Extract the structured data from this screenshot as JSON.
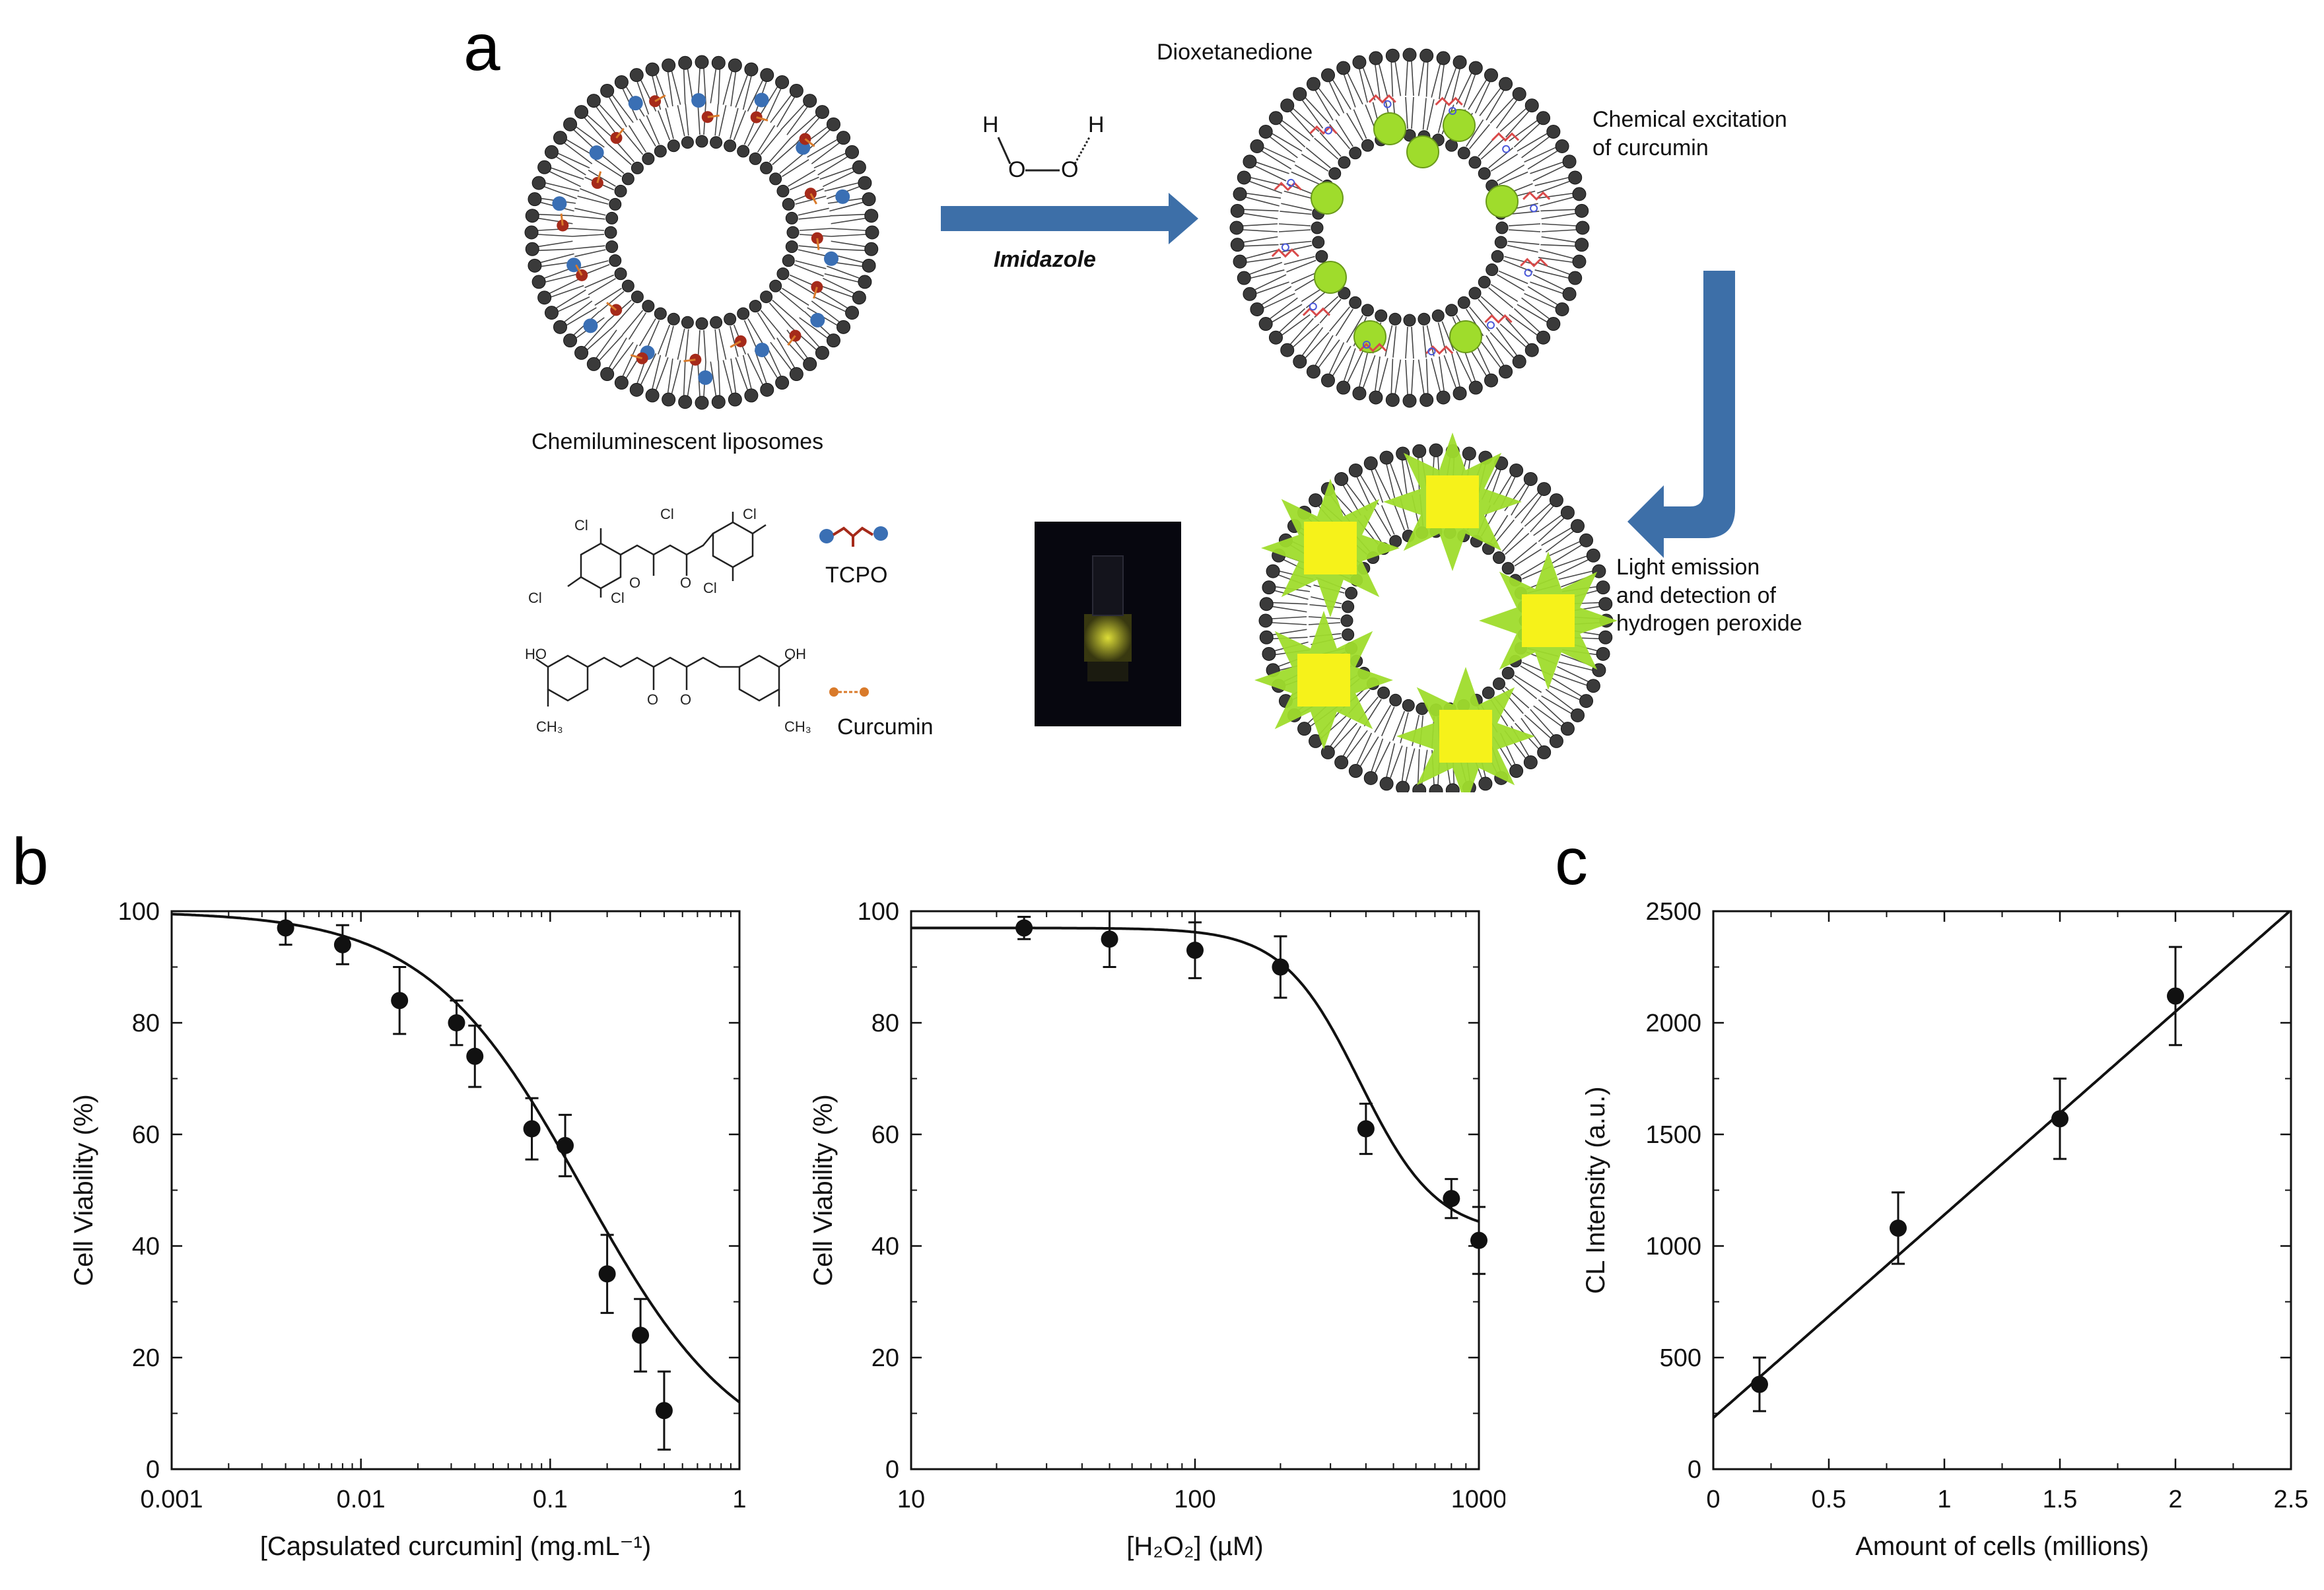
{
  "panel_letters": {
    "a": "a",
    "b": "b",
    "c": "c"
  },
  "schematic": {
    "label_liposomes": "Chemiluminescent liposomes",
    "label_dioxetanedione": "Dioxetanedione",
    "label_excitation": "Chemical excitation\nof curcumin",
    "label_emission": "Light emission\nand detection of\nhydrogen peroxide",
    "label_imidazole": "Imidazole",
    "legend_tcpo": "TCPO",
    "legend_curcumin": "Curcumin",
    "h2o2_atoms": {
      "h": "H",
      "o": "O"
    },
    "chem_labels": {
      "cl": "Cl",
      "ho": "HO",
      "oh": "OH",
      "o": "O",
      "ch3": "CH₃"
    },
    "colors": {
      "arrow": "#3d6fa8",
      "tcpo": "#3a6fb4",
      "tcpo_red": "#a52a1a",
      "curcumin": "#d97a2a",
      "green_glow": "#9fdc2c",
      "yellow_core": "#f6f21a",
      "lipid_red": "#d94a4a",
      "lipid_blue": "#4a58d9"
    }
  },
  "chart_data": [
    {
      "type": "scatter",
      "xlabel": "[Capsulated curcumin] (mg.mL⁻¹)",
      "ylabel": "Cell Viability (%)",
      "xscale": "log",
      "xlim": [
        0.001,
        1
      ],
      "ylim": [
        0,
        100
      ],
      "xticks": [
        0.001,
        0.01,
        0.1,
        1
      ],
      "xtick_labels": [
        "0.001",
        "0.01",
        "0.1",
        "1"
      ],
      "yticks": [
        0,
        20,
        40,
        60,
        80,
        100
      ],
      "ytick_labels": [
        "0",
        "20",
        "40",
        "60",
        "80",
        "100"
      ],
      "points": [
        {
          "x": 0.004,
          "y": 97,
          "err": 3
        },
        {
          "x": 0.008,
          "y": 94,
          "err": 3.5
        },
        {
          "x": 0.016,
          "y": 84,
          "err": 6
        },
        {
          "x": 0.032,
          "y": 80,
          "err": 4
        },
        {
          "x": 0.04,
          "y": 74,
          "err": 5.5
        },
        {
          "x": 0.08,
          "y": 61,
          "err": 5.5
        },
        {
          "x": 0.12,
          "y": 58,
          "err": 5.5
        },
        {
          "x": 0.2,
          "y": 35,
          "err": 7
        },
        {
          "x": 0.3,
          "y": 24,
          "err": 6.5
        },
        {
          "x": 0.4,
          "y": 10.5,
          "err": 7
        }
      ],
      "fit": {
        "model": "sigmoid-log",
        "top": 100,
        "bottom": 0,
        "x50": 0.15,
        "hill": 1.05
      }
    },
    {
      "type": "scatter",
      "xlabel": "[H₂O₂] (µM)",
      "ylabel": "Cell Viability (%)",
      "xscale": "log",
      "xlim": [
        10,
        1000
      ],
      "ylim": [
        0,
        100
      ],
      "xticks": [
        10,
        100,
        1000
      ],
      "xtick_labels": [
        "10",
        "100",
        "1000"
      ],
      "yticks": [
        0,
        20,
        40,
        60,
        80,
        100
      ],
      "ytick_labels": [
        "0",
        "20",
        "40",
        "60",
        "80",
        "100"
      ],
      "points": [
        {
          "x": 25,
          "y": 97,
          "err": 2
        },
        {
          "x": 50,
          "y": 95,
          "err": 5
        },
        {
          "x": 100,
          "y": 93,
          "err": 5
        },
        {
          "x": 200,
          "y": 90,
          "err": 5.5
        },
        {
          "x": 400,
          "y": 61,
          "err": 4.5
        },
        {
          "x": 800,
          "y": 48.5,
          "err": 3.5
        },
        {
          "x": 1000,
          "y": 41,
          "err": 6
        }
      ],
      "fit": {
        "model": "sigmoid-log",
        "top": 97,
        "bottom": 42,
        "x50": 380,
        "hill": 3.2
      }
    },
    {
      "type": "scatter",
      "xlabel": "Amount of cells (millions)",
      "ylabel": "CL Intensity (a.u.)",
      "xscale": "linear",
      "xlim": [
        0,
        2.5
      ],
      "ylim": [
        0,
        2500
      ],
      "xticks": [
        0,
        0.5,
        1,
        1.5,
        2,
        2.5
      ],
      "xtick_labels": [
        "0",
        "0.5",
        "1",
        "1.5",
        "2",
        "2.5"
      ],
      "yticks": [
        0,
        500,
        1000,
        1500,
        2000,
        2500
      ],
      "ytick_labels": [
        "0",
        "500",
        "1000",
        "1500",
        "2000",
        "2500"
      ],
      "points": [
        {
          "x": 0.2,
          "y": 380,
          "err": 120
        },
        {
          "x": 0.8,
          "y": 1080,
          "err": 160
        },
        {
          "x": 1.5,
          "y": 1570,
          "err": 180
        },
        {
          "x": 2.0,
          "y": 2120,
          "err": 220
        }
      ],
      "fit": {
        "model": "linear",
        "slope": 910,
        "intercept": 230
      }
    }
  ]
}
